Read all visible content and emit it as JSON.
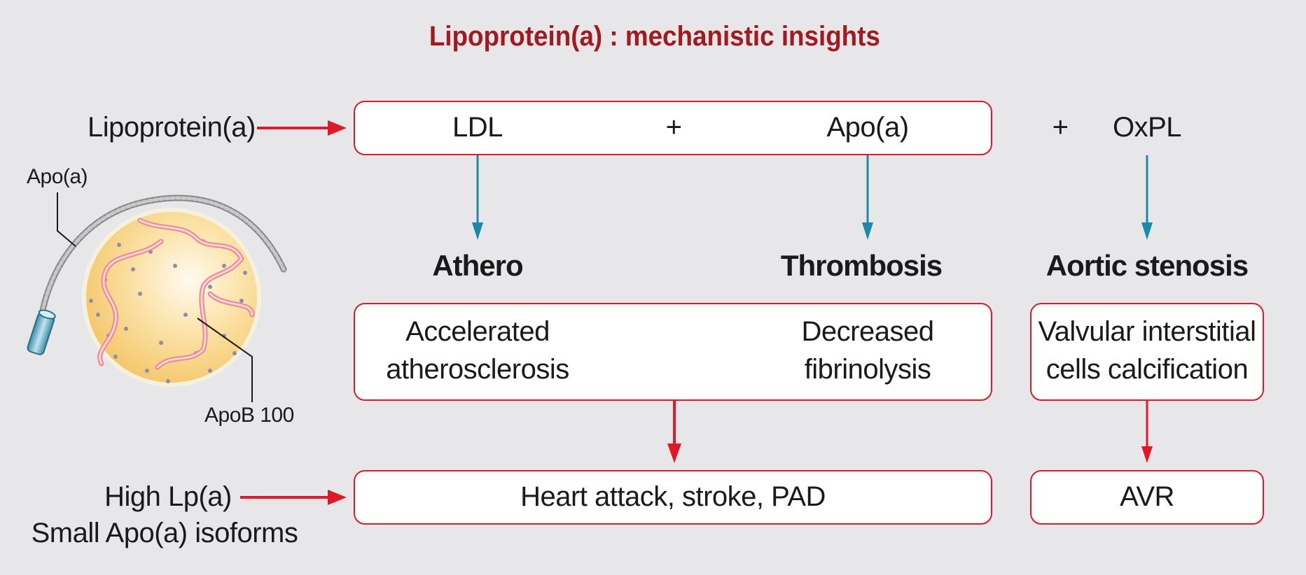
{
  "title": "Lipoprotein(a) : mechanistic insights",
  "left": {
    "lipoprotein_label": "Lipoprotein(a)",
    "apoa_label": "Apo(a)",
    "apob_label": "ApoB 100",
    "high_lpa": "High Lp(a)",
    "small_isoforms": "Small Apo(a) isoforms"
  },
  "components": {
    "ldl": "LDL",
    "plus1": "+",
    "apoa": "Apo(a)",
    "plus2": "+",
    "oxpl": "OxPL"
  },
  "headers": {
    "athero": "Athero",
    "thrombosis": "Thrombosis",
    "aortic": "Aortic stenosis"
  },
  "mechanisms": {
    "accel_line1": "Accelerated",
    "accel_line2": "atherosclerosis",
    "decr_line1": "Decreased",
    "decr_line2": "fibrinolysis",
    "valv_line1": "Valvular interstitial",
    "valv_line2": "cells calcification"
  },
  "outcomes": {
    "events": "Heart attack, stroke, PAD",
    "avr": "AVR"
  },
  "colors": {
    "red_arrow": "#e0192a",
    "teal_arrow": "#1a8aa8",
    "title": "#a01a1f",
    "box_border": "#e0192a"
  }
}
